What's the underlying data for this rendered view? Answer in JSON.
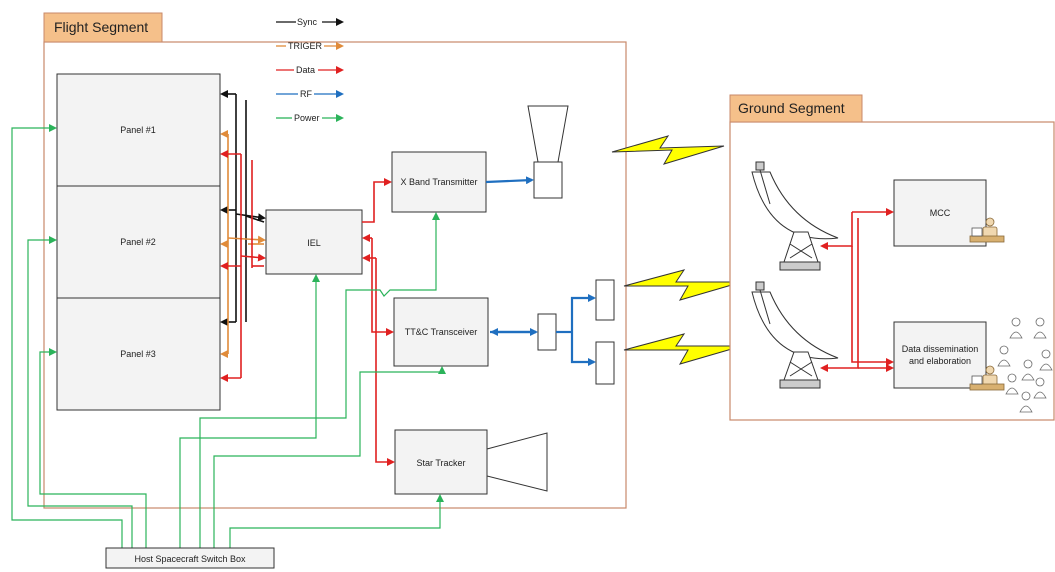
{
  "flight": {
    "title": "Flight Segment"
  },
  "ground": {
    "title": "Ground Segment"
  },
  "legend": {
    "items": [
      {
        "label": "Sync",
        "color": "#111111"
      },
      {
        "label": "TRIGER",
        "color": "#e08b3a"
      },
      {
        "label": "Data",
        "color": "#e02020"
      },
      {
        "label": "RF",
        "color": "#1f6fc0"
      },
      {
        "label": "Power",
        "color": "#2bb35a"
      }
    ]
  },
  "panels": [
    "Panel #1",
    "Panel #2",
    "Panel #3"
  ],
  "blocks": {
    "iel": "IEL",
    "xband": "X Band Transmitter",
    "ttc": "TT&C Transceiver",
    "star": "Star Tracker",
    "switchbox": "Host Spacecraft Switch Box",
    "mcc": "MCC",
    "data_diss_1": "Data dissemination",
    "data_diss_2": "and elaboration"
  },
  "colors": {
    "segment_header": "#f5c08a",
    "segment_border": "#c8896a",
    "lightning": "#ffff00"
  }
}
